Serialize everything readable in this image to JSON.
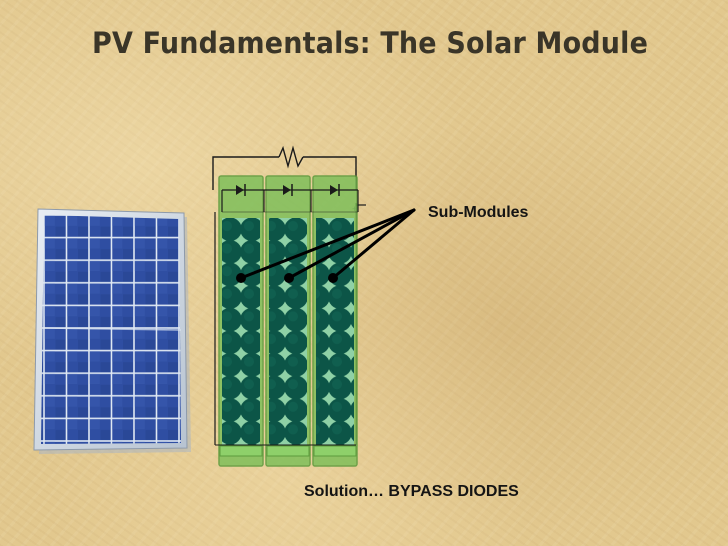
{
  "slide": {
    "title": "PV Fundamentals: The Solar Module"
  },
  "annotations": {
    "sub_modules": "Sub-Modules",
    "solution": "Solution… BYPASS DIODES"
  },
  "colors": {
    "background": "#e2c88e",
    "title_text": "#3a3528",
    "panel_frame": "#c9d6e4",
    "panel_cell": "#2f4ea2",
    "sub_module_fill": "#7fbf5a",
    "module_cell": "#0e5a4a",
    "wire": "#1a1a1a"
  },
  "diagram": {
    "sub_module_count": 3,
    "bypass_diode_count": 3,
    "load_resistor": true,
    "icons": [
      "photo-solar-panel",
      "resistor-icon",
      "diode-icon"
    ]
  }
}
